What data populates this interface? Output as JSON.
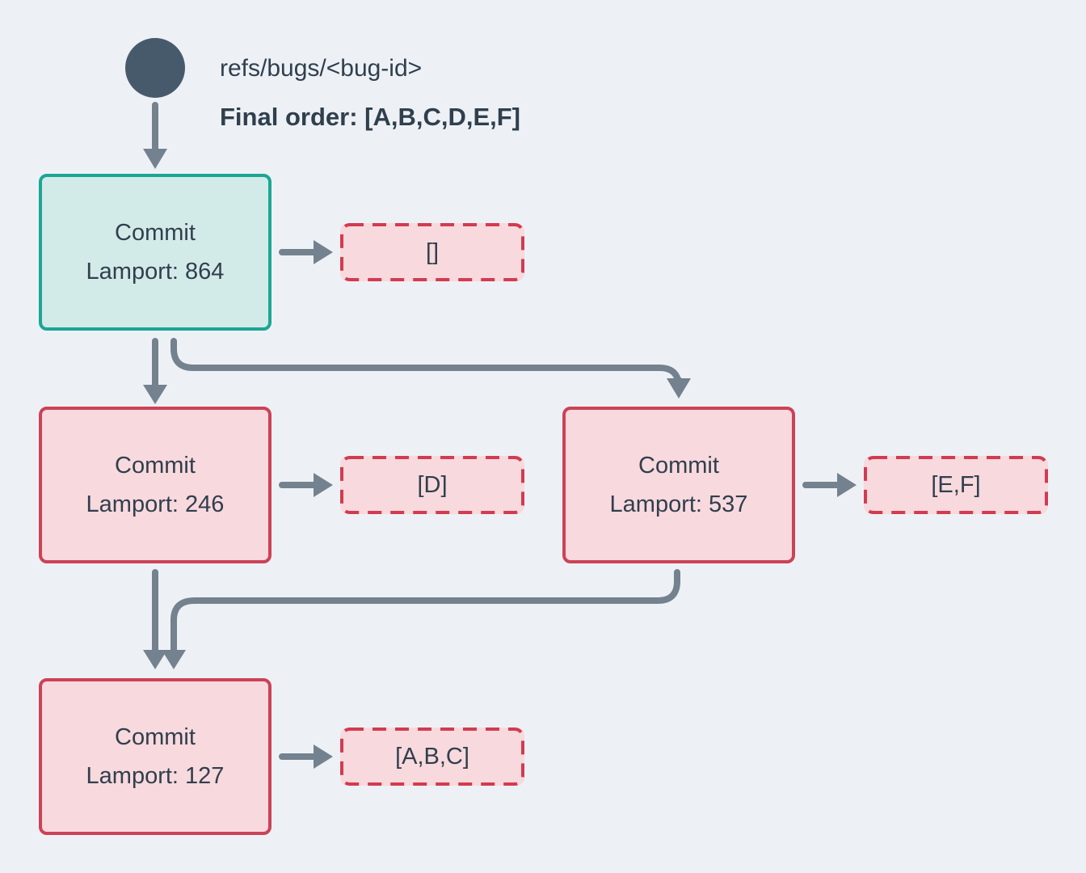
{
  "header": {
    "ref_label": "refs/bugs/<bug-id>",
    "final_order_label": "Final order: [A,B,C,D,E,F]"
  },
  "nodes": [
    {
      "id": "commit-864",
      "title": "Commit",
      "subtitle": "Lamport: 864",
      "style": "highlight"
    },
    {
      "id": "commit-246",
      "title": "Commit",
      "subtitle": "Lamport: 246",
      "style": "normal"
    },
    {
      "id": "commit-537",
      "title": "Commit",
      "subtitle": "Lamport: 537",
      "style": "normal"
    },
    {
      "id": "commit-127",
      "title": "Commit",
      "subtitle": "Lamport: 127",
      "style": "normal"
    }
  ],
  "payloads": [
    {
      "id": "payload-864",
      "value": "[]"
    },
    {
      "id": "payload-246",
      "value": "[D]"
    },
    {
      "id": "payload-537",
      "value": "[E,F]"
    },
    {
      "id": "payload-127",
      "value": "[A,B,C]"
    }
  ],
  "colors": {
    "bg": "#edf1f5",
    "slate": "#475a6b",
    "text": "#303f4d",
    "arrow": "#74818e",
    "teal": "#1ba694",
    "tealFill": "#d3ebe8",
    "red": "#cc4257",
    "redDash": "#d23b50",
    "pinkFill": "#f8d9dd"
  }
}
